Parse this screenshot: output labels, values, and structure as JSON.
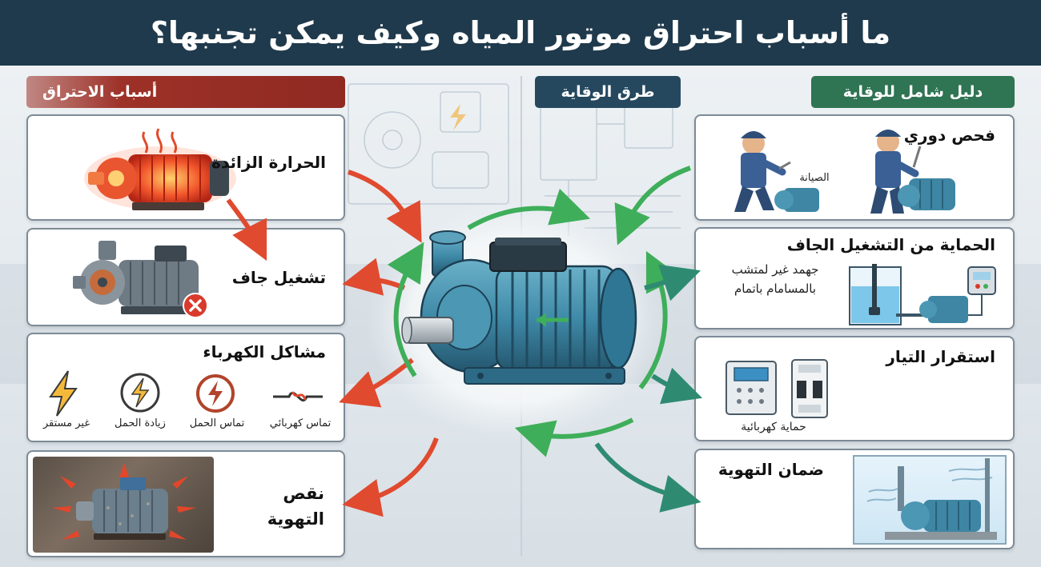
{
  "header": {
    "title": "ما أسباب احتراق موتور المياه وكيف يمكن تجنبها؟"
  },
  "tags": {
    "causes": "أسباب الاحتراق",
    "methods": "طرق الوقاية",
    "guide": "دليل شامل للوقاية"
  },
  "causes": {
    "heat": "الحرارة الزائدة",
    "dry": "تشغيل جاف",
    "electric": {
      "title": "مشاكل الكهرباء",
      "items": [
        "تماس كهربائي",
        "تماس الحمل",
        "زيادة الحمل",
        "غير مستقر"
      ]
    },
    "ventilation": {
      "line1": "نقص",
      "line2": "التهوية"
    }
  },
  "prevention": {
    "inspection": {
      "title": "فحص دوري",
      "label": "الصيانة"
    },
    "dryrun": {
      "title": "الحماية من التشغيل الجاف",
      "line1": "جهمد غير لمتشب",
      "line2": "بالمسامام باتمام"
    },
    "current": {
      "title": "استقرار التيار",
      "label": "حماية كهربائية"
    },
    "ventilation": {
      "title": "ضمان التهوية"
    }
  },
  "colors": {
    "header": "#1f3a4c",
    "causes_tag": "#9d3127",
    "methods_tag": "#25485f",
    "guide_tag": "#2f7453",
    "red_arrow": "#e04a2f",
    "green_arrow": "#3fae5a",
    "teal_arrow": "#2e8b72",
    "pump": "#3f8aa8"
  },
  "icons": [
    "flame-icon",
    "lightning-icon",
    "lightning-circle-icon",
    "wire-short-icon",
    "fan-airflow-icon",
    "error-x-icon",
    "wrench-icon",
    "breaker-icon",
    "control-panel-icon"
  ]
}
